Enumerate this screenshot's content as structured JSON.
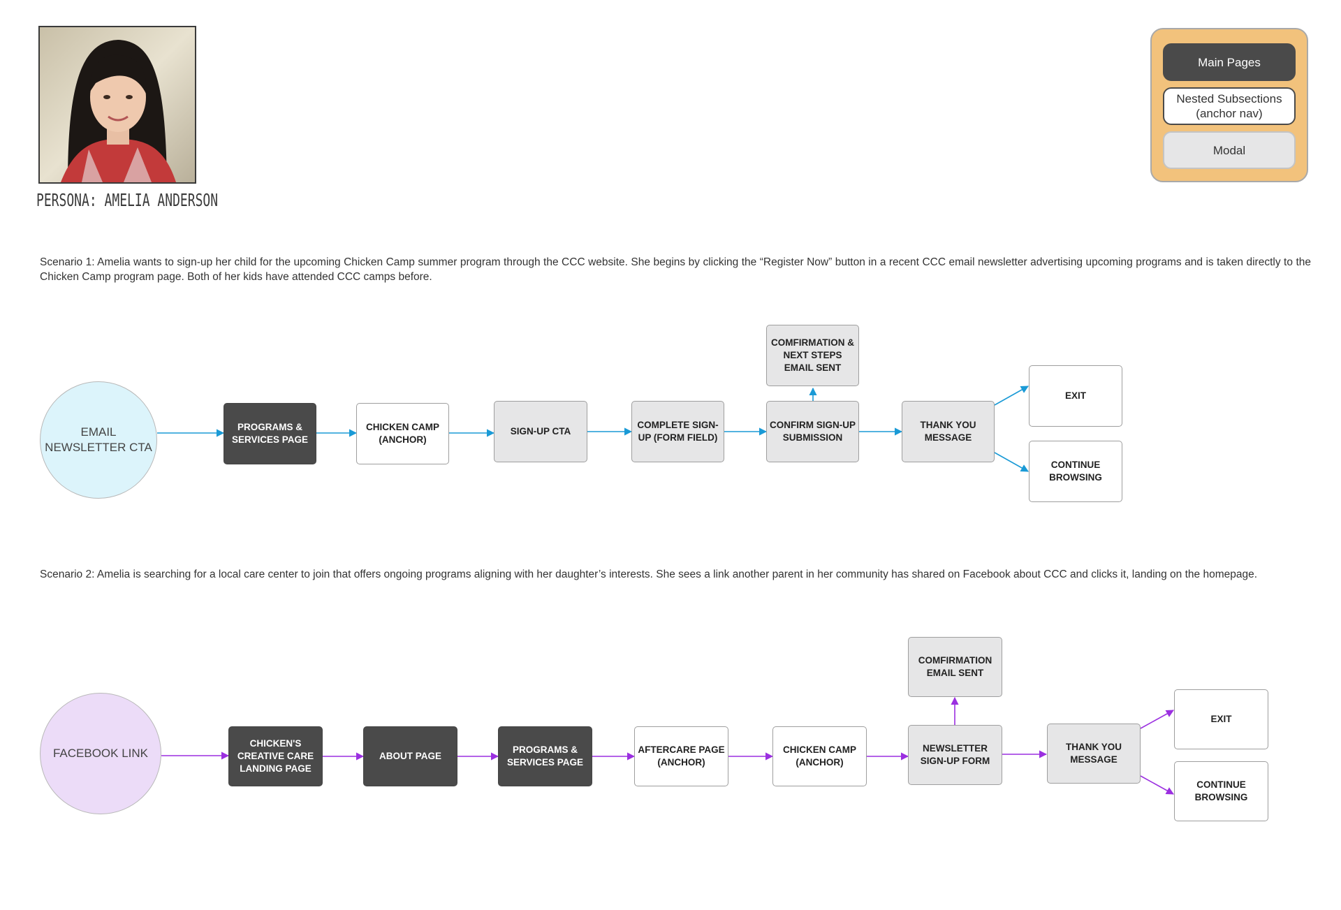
{
  "persona": {
    "label": "PERSONA: AMELIA ANDERSON",
    "photo_icon": "persona-photo"
  },
  "legend": {
    "main_pages": "Main Pages",
    "nested_subsections": "Nested Subsections (anchor nav)",
    "modal": "Modal"
  },
  "scenario1": {
    "text": "Scenario 1: Amelia wants to sign-up her child for the upcoming Chicken Camp summer program through the CCC website. She begins by clicking the “Register Now” button in a recent CCC email newsletter advertising upcoming programs and is taken directly to the Chicken Camp program page. Both of her kids have attended CCC camps before.",
    "start": "EMAIL NEWSLETTER CTA",
    "nodes": {
      "programs": "PROGRAMS & SERVICES PAGE",
      "chicken_camp": "CHICKEN CAMP (ANCHOR)",
      "signup_cta": "SIGN-UP CTA",
      "complete_signup": "COMPLETE SIGN-UP (FORM FIELD)",
      "confirm_signup": "CONFIRM SIGN-UP SUBMISSION",
      "confirmation_email": "COMFIRMATION & NEXT STEPS EMAIL SENT",
      "thank_you": "THANK YOU MESSAGE",
      "exit": "EXIT",
      "continue": "CONTINUE BROWSING"
    },
    "arrow_color": "#1a9ad6"
  },
  "scenario2": {
    "text": "Scenario 2: Amelia is searching for a local care center to join that offers ongoing programs aligning with her daughter’s interests. She sees a link another parent in her community has shared on Facebook about CCC and clicks it, landing on the homepage.",
    "start": "FACEBOOK LINK",
    "nodes": {
      "landing": "CHICKEN'S CREATIVE CARE LANDING PAGE",
      "about": "ABOUT PAGE",
      "programs": "PROGRAMS & SERVICES PAGE",
      "aftercare": "AFTERCARE PAGE (ANCHOR)",
      "chicken_camp": "CHICKEN CAMP (ANCHOR)",
      "newsletter": "NEWSLETTER SIGN-UP FORM",
      "confirmation_email": "COMFIRMATION EMAIL SENT",
      "thank_you": "THANK YOU MESSAGE",
      "exit": "EXIT",
      "continue": "CONTINUE BROWSING"
    },
    "arrow_color": "#9b2fe0"
  },
  "colors": {
    "main": "#4a4a4a",
    "modal": "#e6e6e7",
    "legend_bg": "#f2c27c",
    "email_circle": "#dcf4fb",
    "facebook_circle": "#ecdcf8"
  }
}
